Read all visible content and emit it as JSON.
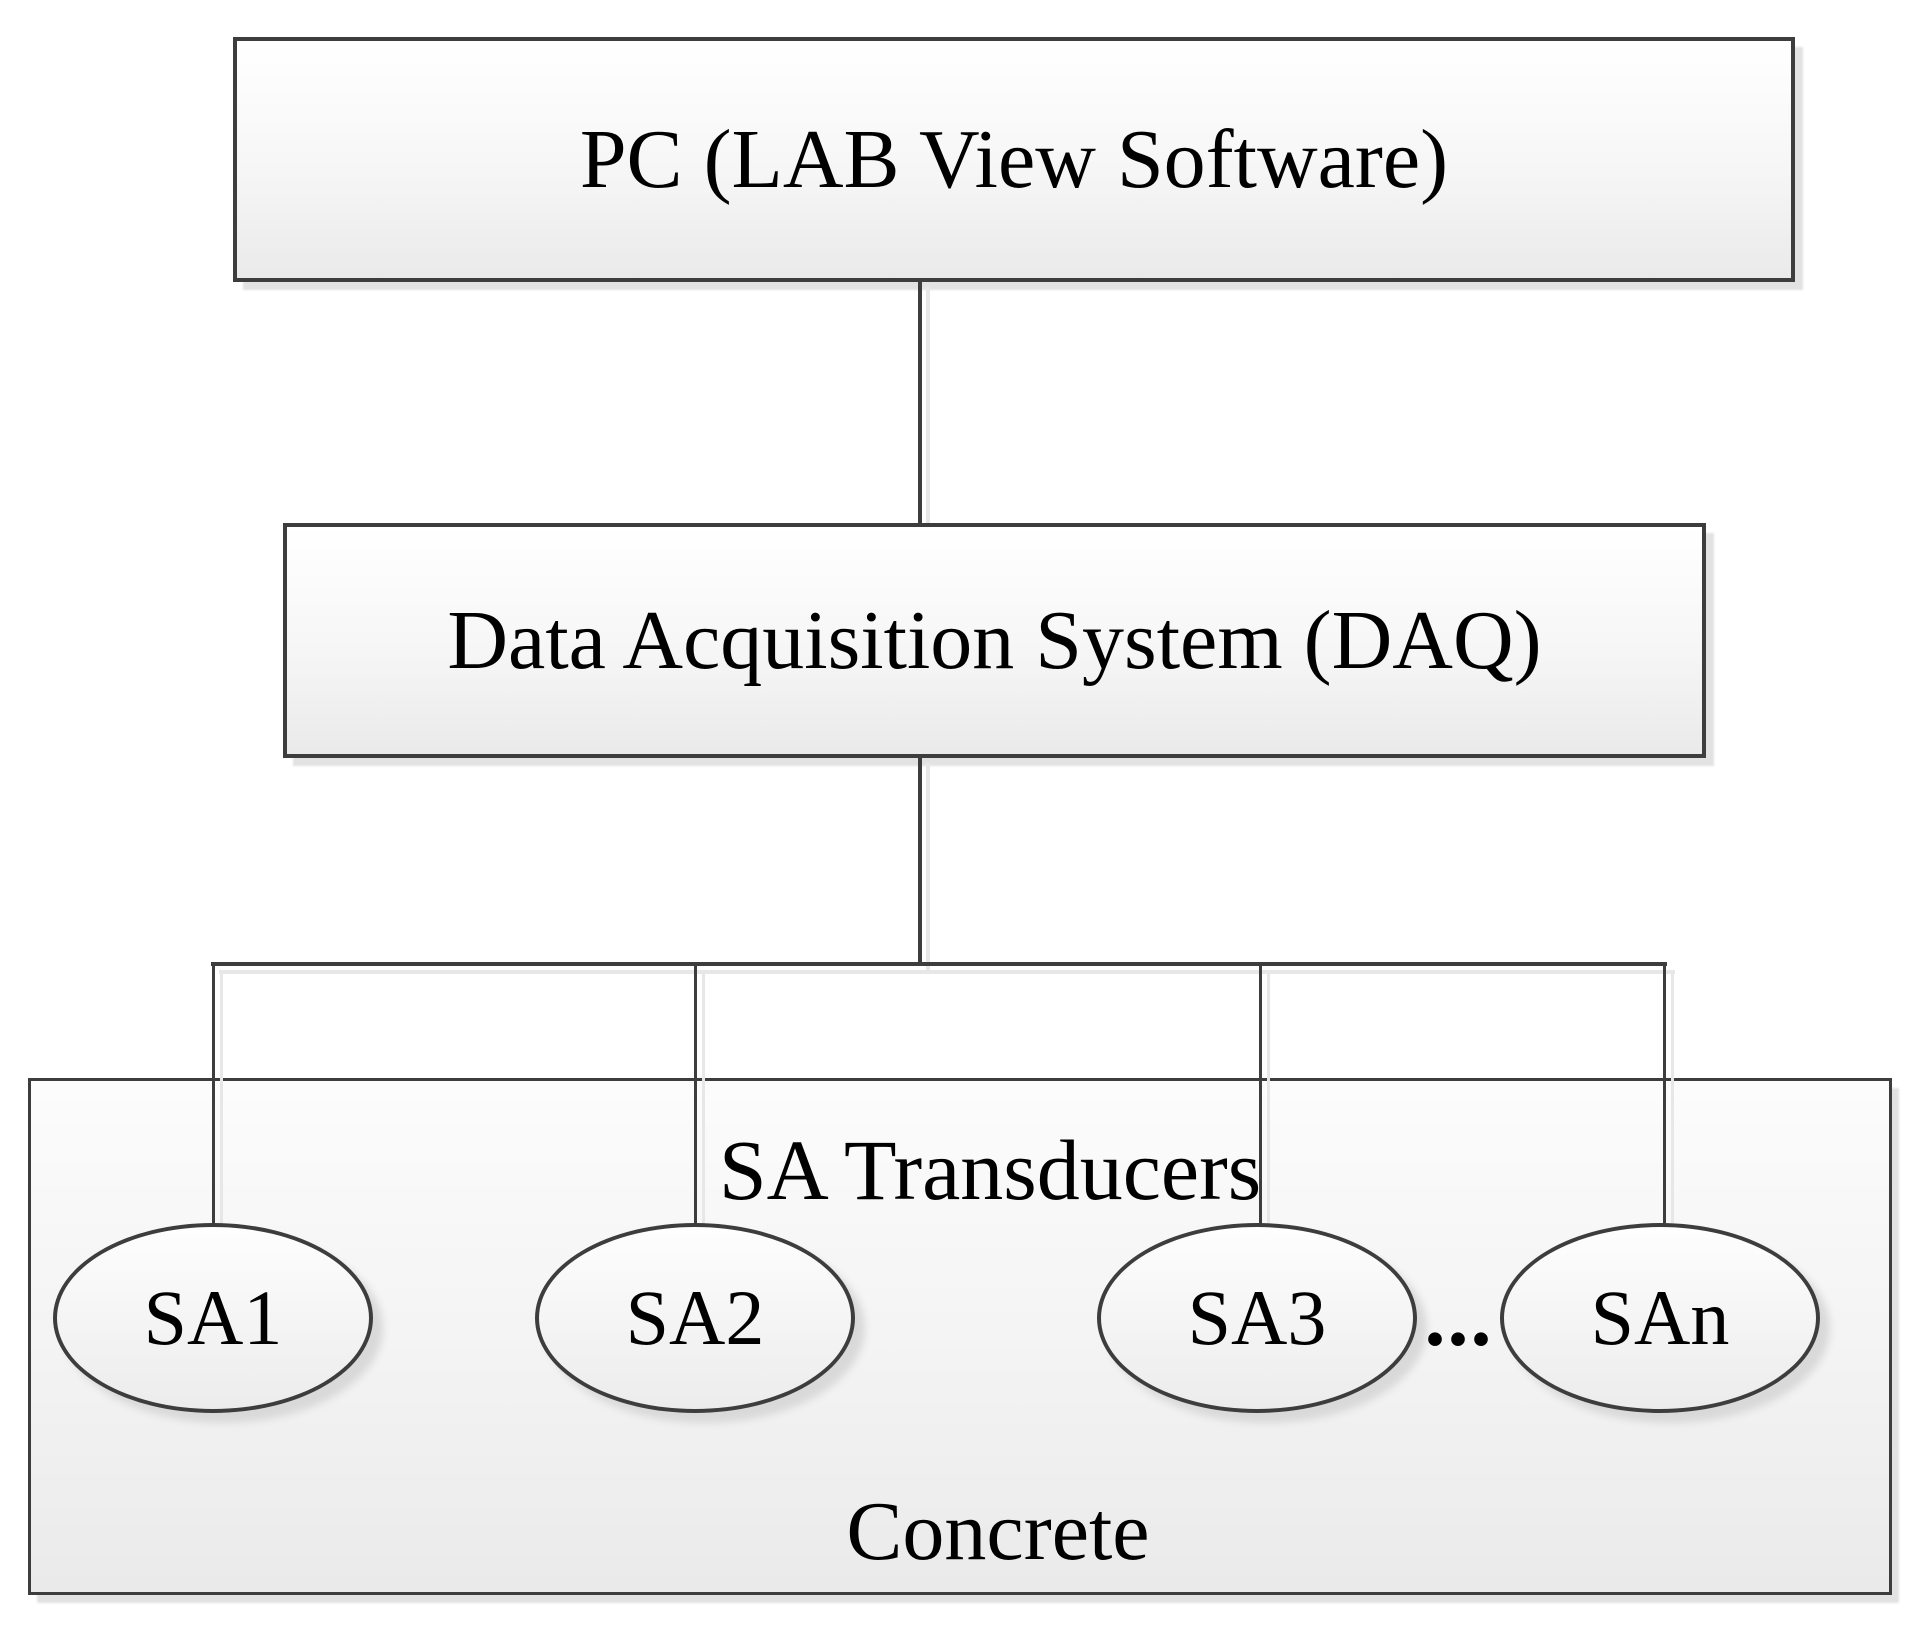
{
  "diagram": {
    "pc_box": {
      "label": "PC (LAB View Software)"
    },
    "daq_box": {
      "label": "Data Acquisition System (DAQ)"
    },
    "transducers_group": {
      "title": "SA Transducers",
      "nodes": [
        {
          "label": "SA1"
        },
        {
          "label": "SA2"
        },
        {
          "label": "SA3"
        },
        {
          "label": "SAn"
        }
      ],
      "ellipsis": "...",
      "footer": "Concrete"
    },
    "colors": {
      "border": "#3d3d3d",
      "line": "#3d3d3d",
      "fill_top": "#ffffff",
      "fill_bottom": "#eaeaea",
      "shadow": "#e2e2e2",
      "text": "#000000",
      "background": "#ffffff"
    }
  }
}
